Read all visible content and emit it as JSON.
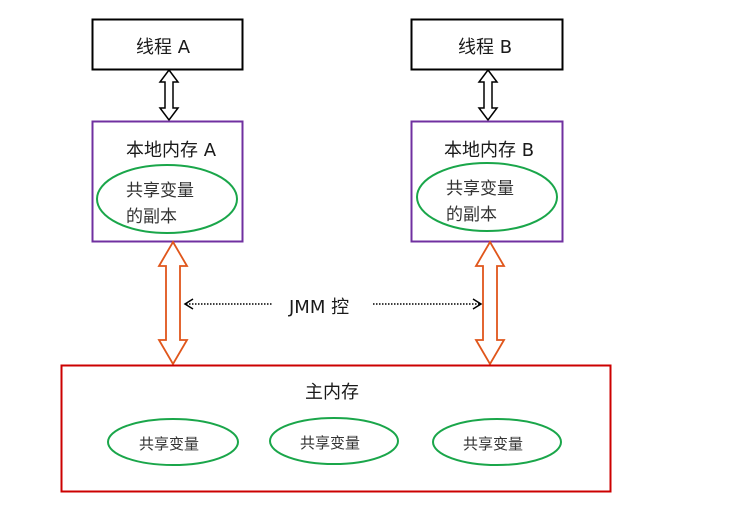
{
  "diagram": {
    "threads": [
      {
        "label": "线程 A"
      },
      {
        "label": "线程 B"
      }
    ],
    "local_memories": [
      {
        "label": "本地内存 A",
        "copy_line1": "共享变量",
        "copy_line2": "的副本"
      },
      {
        "label": "本地内存 B",
        "copy_line1": "共享变量",
        "copy_line2": "的副本"
      }
    ],
    "jmm_label": "JMM 控",
    "main_memory": {
      "label": "主内存",
      "variables": [
        "共享变量",
        "共享变量",
        "共享变量"
      ]
    },
    "colors": {
      "thread_border": "#000000",
      "local_border": "#7030a0",
      "ellipse": "#1aa64a",
      "main_border": "#cc0000",
      "orange_arrow": "#e0561b"
    }
  }
}
